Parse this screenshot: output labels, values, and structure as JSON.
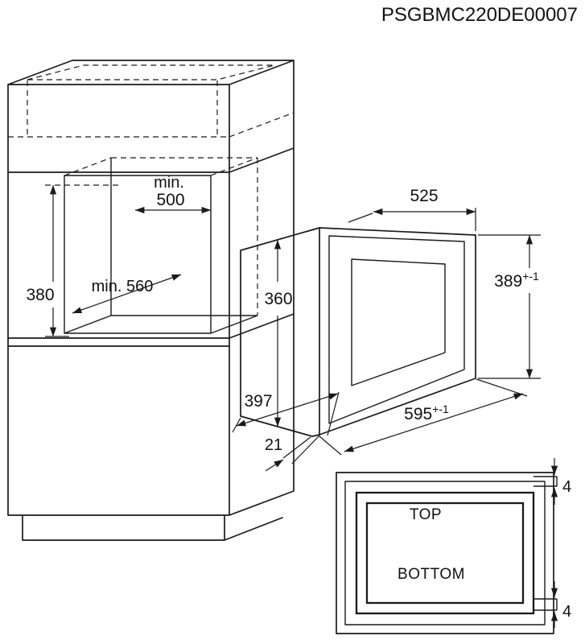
{
  "title": "PSGBMC220DE00007",
  "cabinet": {
    "niche_width_prefix": "min.",
    "niche_width": "500",
    "niche_height": "380",
    "niche_depth": "min. 560"
  },
  "oven": {
    "body_width": "525",
    "body_height": "360",
    "front_height": "389",
    "front_height_tol": "+-1",
    "depth": "397",
    "door_thickness": "21",
    "front_width": "595",
    "front_width_tol": "+-1"
  },
  "detail": {
    "top": "TOP",
    "bottom": "BOTTOM",
    "gap_top": "4",
    "gap_bottom": "4"
  },
  "colors": {
    "line": "#1a1a1a",
    "background": "#ffffff"
  }
}
